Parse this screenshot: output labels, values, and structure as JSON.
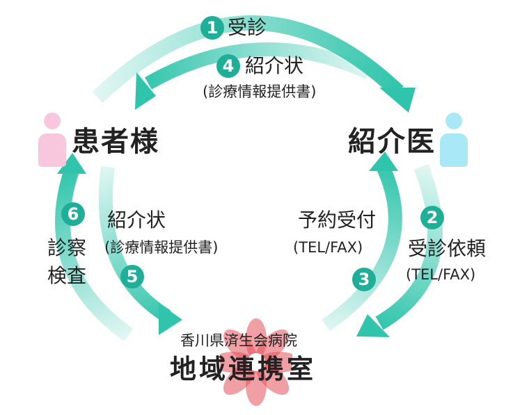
{
  "colors": {
    "accent": "#2fc4ab",
    "badge": "#1fae98",
    "patient_person": "#f8c6dd",
    "doctor_person": "#a8e8f7",
    "logo": "#e4525a"
  },
  "nodes": {
    "patient": "患者様",
    "doctor": "紹介医",
    "hospital_name": "香川県済生会病院",
    "department": "地域連携室"
  },
  "steps": [
    {
      "num": "1",
      "label": "受診"
    },
    {
      "num": "2",
      "label": "受診依頼",
      "note": "(TEL/FAX)"
    },
    {
      "num": "3",
      "label": "予約受付",
      "note": "(TEL/FAX)"
    },
    {
      "num": "4",
      "label": "紹介状",
      "note": "(診療情報提供書)"
    },
    {
      "num": "5",
      "label": "紹介状",
      "note": "(診療情報提供書)"
    },
    {
      "num": "6",
      "label": "診察",
      "label2": "検査"
    }
  ],
  "icons": {
    "patient": "person-icon",
    "doctor": "person-icon",
    "logo": "flower-emblem-icon"
  }
}
